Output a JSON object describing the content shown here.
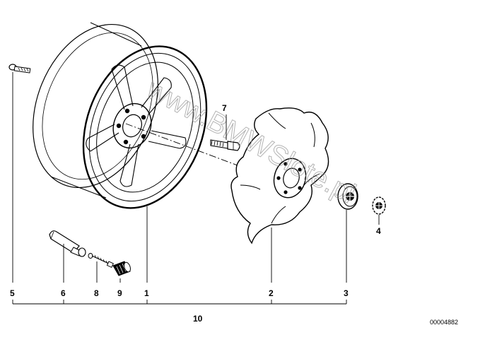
{
  "callouts": {
    "c1": "1",
    "c2": "2",
    "c3": "3",
    "c4": "4",
    "c5": "5",
    "c6": "6",
    "c7": "7",
    "c8": "8",
    "c9": "9",
    "c10": "10"
  },
  "document_number": "00004882",
  "watermark": "www.BMWSlote.pl"
}
